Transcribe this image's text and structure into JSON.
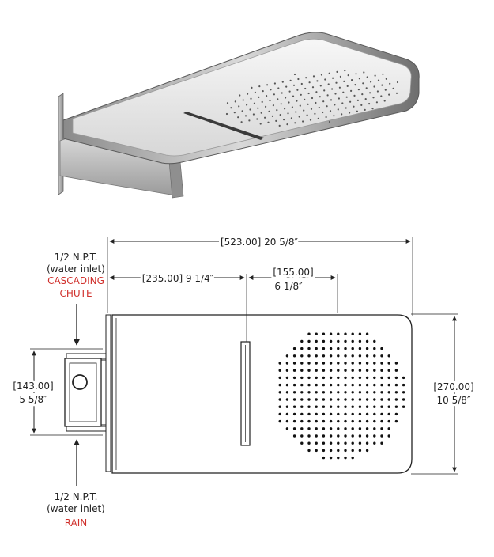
{
  "colors": {
    "line": "#222222",
    "accent": "#d0312d",
    "chrome_light": "#eeeeee",
    "chrome_dark": "#777777"
  },
  "top_inlet": {
    "size": "1/2 N.P.T.",
    "desc": "(water inlet)",
    "name_line1": "CASCADING",
    "name_line2": "CHUTE"
  },
  "bottom_inlet": {
    "size": "1/2 N.P.T.",
    "desc": "(water inlet)",
    "name": "RAIN"
  },
  "dimensions": {
    "overall_length": "[523.00] 20  5/8″",
    "chute_offset": "[235.00] 9 1/4″",
    "rain_offset_mm": "[155.00]",
    "rain_offset_in": "6 1/8″",
    "inlet_spacing_mm": "[143.00]",
    "inlet_spacing_in": "5 5/8″",
    "width_mm": "[270.00]",
    "width_in": "10  5/8″"
  }
}
